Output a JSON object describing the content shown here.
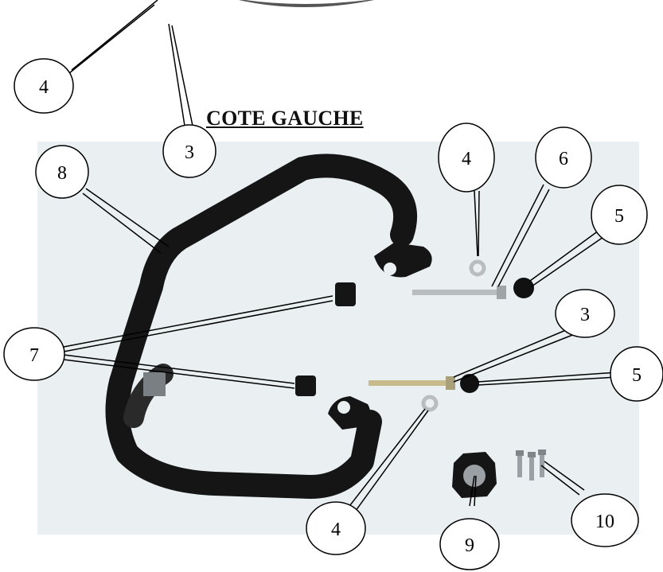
{
  "page": {
    "title": "COTE GAUCHE"
  },
  "callouts": [
    {
      "id": "c4-top",
      "label": "4"
    },
    {
      "id": "c3-top",
      "label": "3"
    },
    {
      "id": "c8",
      "label": "8"
    },
    {
      "id": "c4-right",
      "label": "4"
    },
    {
      "id": "c6",
      "label": "6"
    },
    {
      "id": "c5-top",
      "label": "5"
    },
    {
      "id": "c3-mid",
      "label": "3"
    },
    {
      "id": "c7",
      "label": "7"
    },
    {
      "id": "c5-mid",
      "label": "5"
    },
    {
      "id": "c4-bottom",
      "label": "4"
    },
    {
      "id": "c9",
      "label": "9"
    },
    {
      "id": "c10",
      "label": "10"
    }
  ],
  "colors": {
    "photo_background": "#eaf0f1",
    "tube_black": "#151515",
    "metal": "#b9bdbf"
  }
}
